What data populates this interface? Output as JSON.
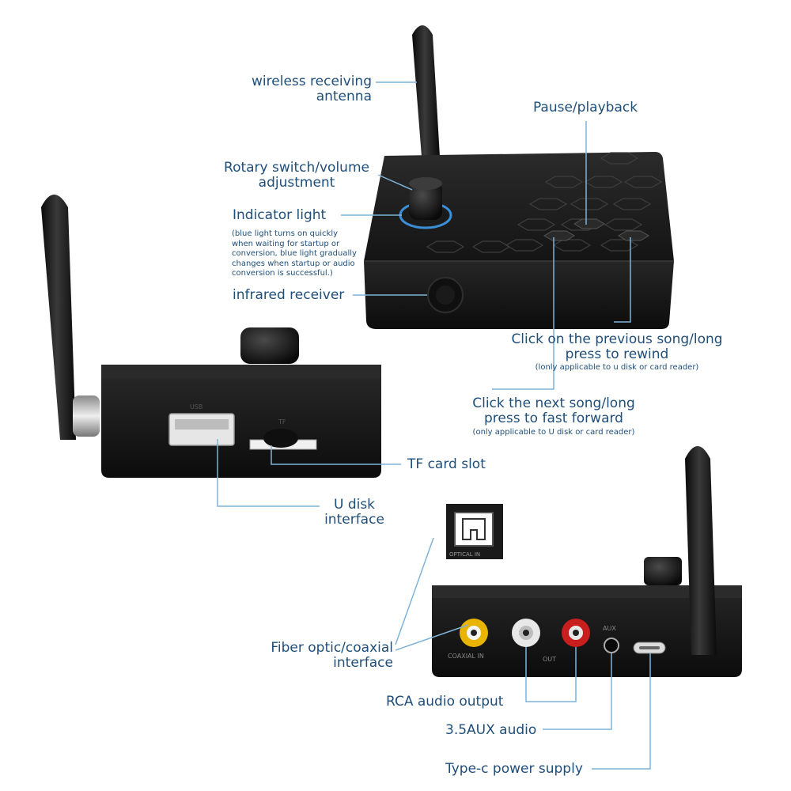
{
  "labels": {
    "antenna": [
      "wireless receiving",
      "antenna"
    ],
    "pause": "Pause/playback",
    "rotary": [
      "Rotary switch/volume",
      "adjustment"
    ],
    "indicator": "Indicator light",
    "indicator_note": [
      "(blue light turns on quickly",
      "when waiting for startup or",
      "conversion, blue light gradually",
      "changes when startup or audio",
      "conversion is successful.)"
    ],
    "infrared": "infrared receiver",
    "previous": [
      "Click on the previous song/long",
      "press to rewind"
    ],
    "previous_note": "(lonly applicable to u disk or card reader)",
    "next": [
      "Click the next song/long",
      "press to fast forward"
    ],
    "next_note": "(only applicable to U disk or card reader)",
    "tf": "TF card slot",
    "udisk": [
      "U disk",
      "interface"
    ],
    "fiber": [
      "Fiber optic/coaxial",
      "interface"
    ],
    "rca": "RCA audio output",
    "aux": "3.5AUX audio",
    "typec": "Type-c power supply"
  },
  "device_print": {
    "usb": "USB",
    "tf": "TF",
    "coaxial": "COAXIAL IN",
    "out": "OUT",
    "aux": "AUX",
    "optical": "OPTICAL IN"
  },
  "colors": {
    "label": "#1f4e79",
    "leader": "#7fb3d9",
    "device": "#1e1e1e",
    "indicator": "#3a8fd8",
    "rca_yellow": "#e8b400",
    "rca_red": "#c81e1e"
  }
}
